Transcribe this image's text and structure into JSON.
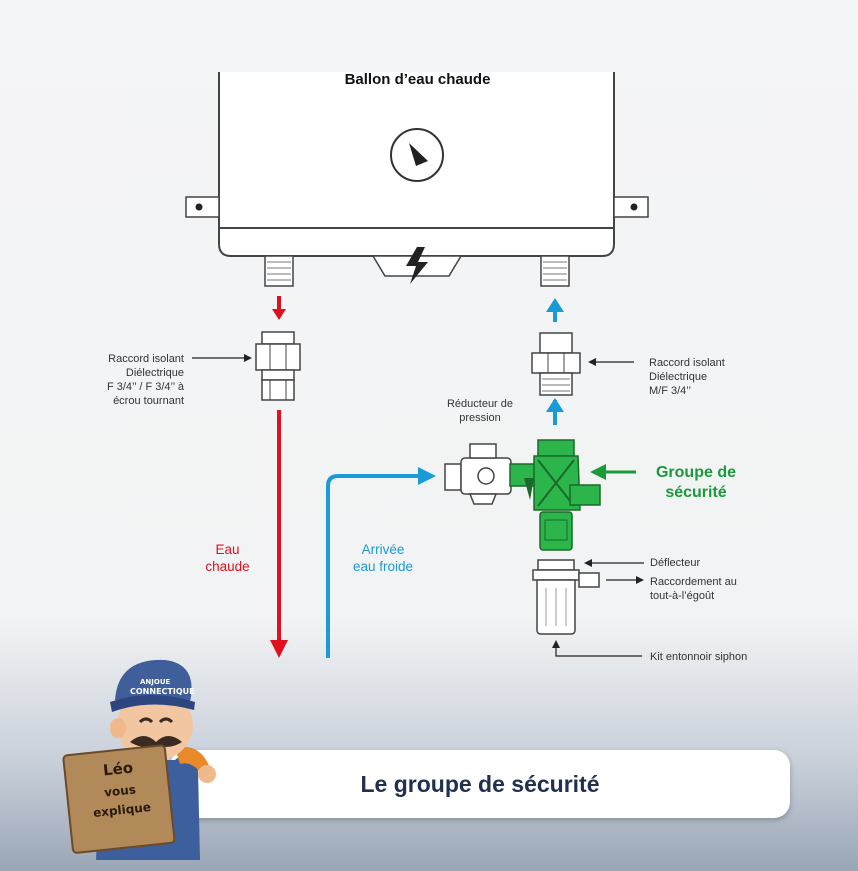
{
  "heater": {
    "title": "Ballon d’eau chaude"
  },
  "flows": {
    "hot": "Eau\nchaude",
    "cold": "Arrivée\neau froide"
  },
  "labels": {
    "left_union": "Raccord isolant\nDiélectrique\nF 3/4’’ / F 3/4’’ à\nécrou tournant",
    "right_union": "Raccord isolant\nDiélectrique\nM/F 3/4’’",
    "reducer": "Réducteur de\npression",
    "group": "Groupe de\nsécurité",
    "deflector": "Déflecteur",
    "drain": "Raccordement au\ntout-à-l’égoût",
    "kit": "Kit entonnoir siphon"
  },
  "banner": {
    "title": "Le groupe de sécurité"
  },
  "mascot": {
    "cap_brand": "ANJOUE\nCONNECTIQUE",
    "sign_line1": "Léo",
    "sign_line2": "vous",
    "sign_line3": "explique"
  },
  "colors": {
    "hot": "#e0101f",
    "cold": "#1a9ad6",
    "group": "#1a9a3a",
    "banner_text": "#1f3050"
  },
  "icons": [
    "thermostat-dial-icon",
    "lightning-icon",
    "mascot-plumber-icon"
  ]
}
